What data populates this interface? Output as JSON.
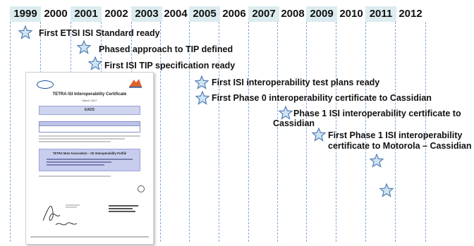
{
  "timeline": {
    "years": [
      "1999",
      "2000",
      "2001",
      "2002",
      "2003",
      "2004",
      "2005",
      "2006",
      "2007",
      "2008",
      "2009",
      "2010",
      "2011",
      "2012"
    ],
    "events": [
      {
        "text": "First ETSI ISI Standard ready"
      },
      {
        "text": "Phased approach to TIP defined"
      },
      {
        "text": "First ISI TIP specification ready"
      },
      {
        "text": "First ISI interoperability test plans ready"
      },
      {
        "text": "First Phase 0 interoperability certificate to Cassidian"
      },
      {
        "line1": "Phase 1 ISI interoperability certificate  to",
        "line2": "Cassidian"
      },
      {
        "line1": "First Phase 1 ISI interoperability",
        "line2": "certificate to Motorola – Cassidian"
      }
    ]
  },
  "certificate": {
    "title": "TETRA ISI Interoperability Certificate",
    "date": "March 2007",
    "company": "EADS",
    "profile_heading": "TETRA MoU Association – ISI Interoperability Profile"
  },
  "colors": {
    "star_fill": "#cfe4f2",
    "star_stroke": "#5c86b8",
    "shade": "#dcecf0",
    "gridline": "#7fa7d8"
  },
  "icons": [
    "star-icon",
    "tetra-logo-icon",
    "tetra-mou-logo-icon"
  ]
}
